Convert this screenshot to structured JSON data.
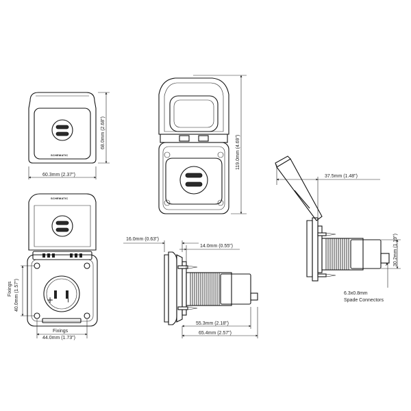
{
  "brand": "SCHEMATIC",
  "symbols": {
    "plus": "+",
    "minus": "—"
  },
  "views": {
    "top_closed": {
      "width": "60.3mm (2.37\")",
      "height": "68.0mm (2.68\")"
    },
    "top_open": {
      "height": "119.0mm (4.69\")"
    },
    "front_open": {
      "fixings_vertical": "40.0mm (1.57\")",
      "fixings_label_vertical": "Fixings",
      "fixings_label": "Fixings",
      "fixings_horizontal": "44.0mm (1.73\")"
    },
    "side_body": {
      "bezel": "16.0mm (0.63\")",
      "flange": "14.0mm (0.55\")",
      "body_length": "55.3mm (2.18\")",
      "overall": "65.4mm (2.57\")"
    },
    "side_open": {
      "lid": "37.5mm (1.48\")",
      "height": "30.2mm (1.19\")",
      "connectors_size": "6.3x0.8mm",
      "connectors_label": "Spade Connectors"
    }
  }
}
